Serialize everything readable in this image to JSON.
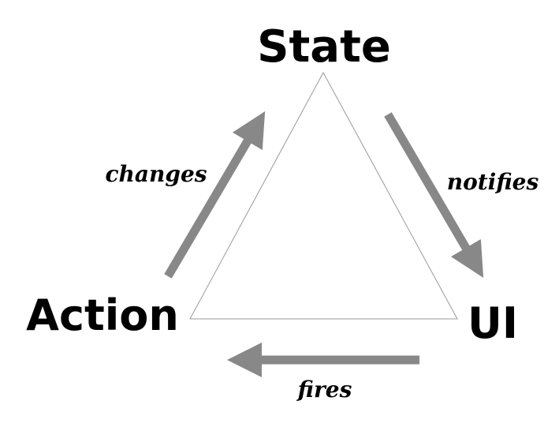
{
  "nodes": {
    "state": "State",
    "action": "Action",
    "ui": "UI"
  },
  "edges": {
    "changes": "changes",
    "notifies": "notifies",
    "fires": "fires"
  },
  "colors": {
    "arrow": "#888888",
    "triangle": "#999999",
    "text": "#000000"
  }
}
